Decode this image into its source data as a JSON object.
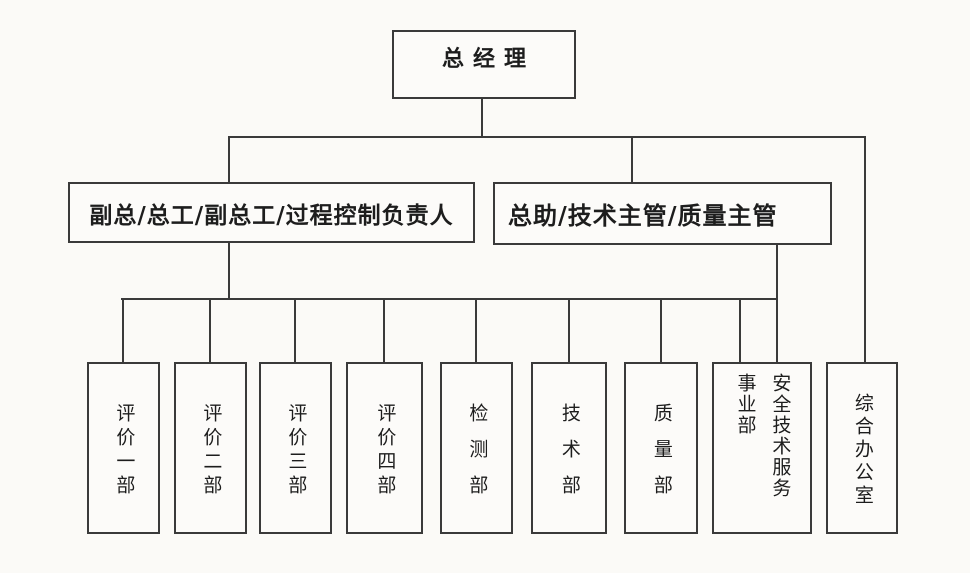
{
  "canvas": {
    "background_color": "#fbfaf7",
    "line_color": "#3a3a3a",
    "text_color": "#1d1d1d"
  },
  "org_chart": {
    "root": {
      "label": "总经理"
    },
    "managers": [
      {
        "label": "副总/总工/副总工/过程控制负责人"
      },
      {
        "label": "总助/技术主管/质量主管"
      }
    ],
    "departments": [
      {
        "label": "评价一部"
      },
      {
        "label": "评价二部"
      },
      {
        "label": "评价三部"
      },
      {
        "label": "评价四部"
      },
      {
        "label": "检测部"
      },
      {
        "label": "技术部"
      },
      {
        "label": "质量部"
      },
      {
        "label": "安全技术服务事业部",
        "columns": [
          "安全技术服务",
          "事业部"
        ]
      },
      {
        "label": "综合办公室"
      }
    ]
  }
}
